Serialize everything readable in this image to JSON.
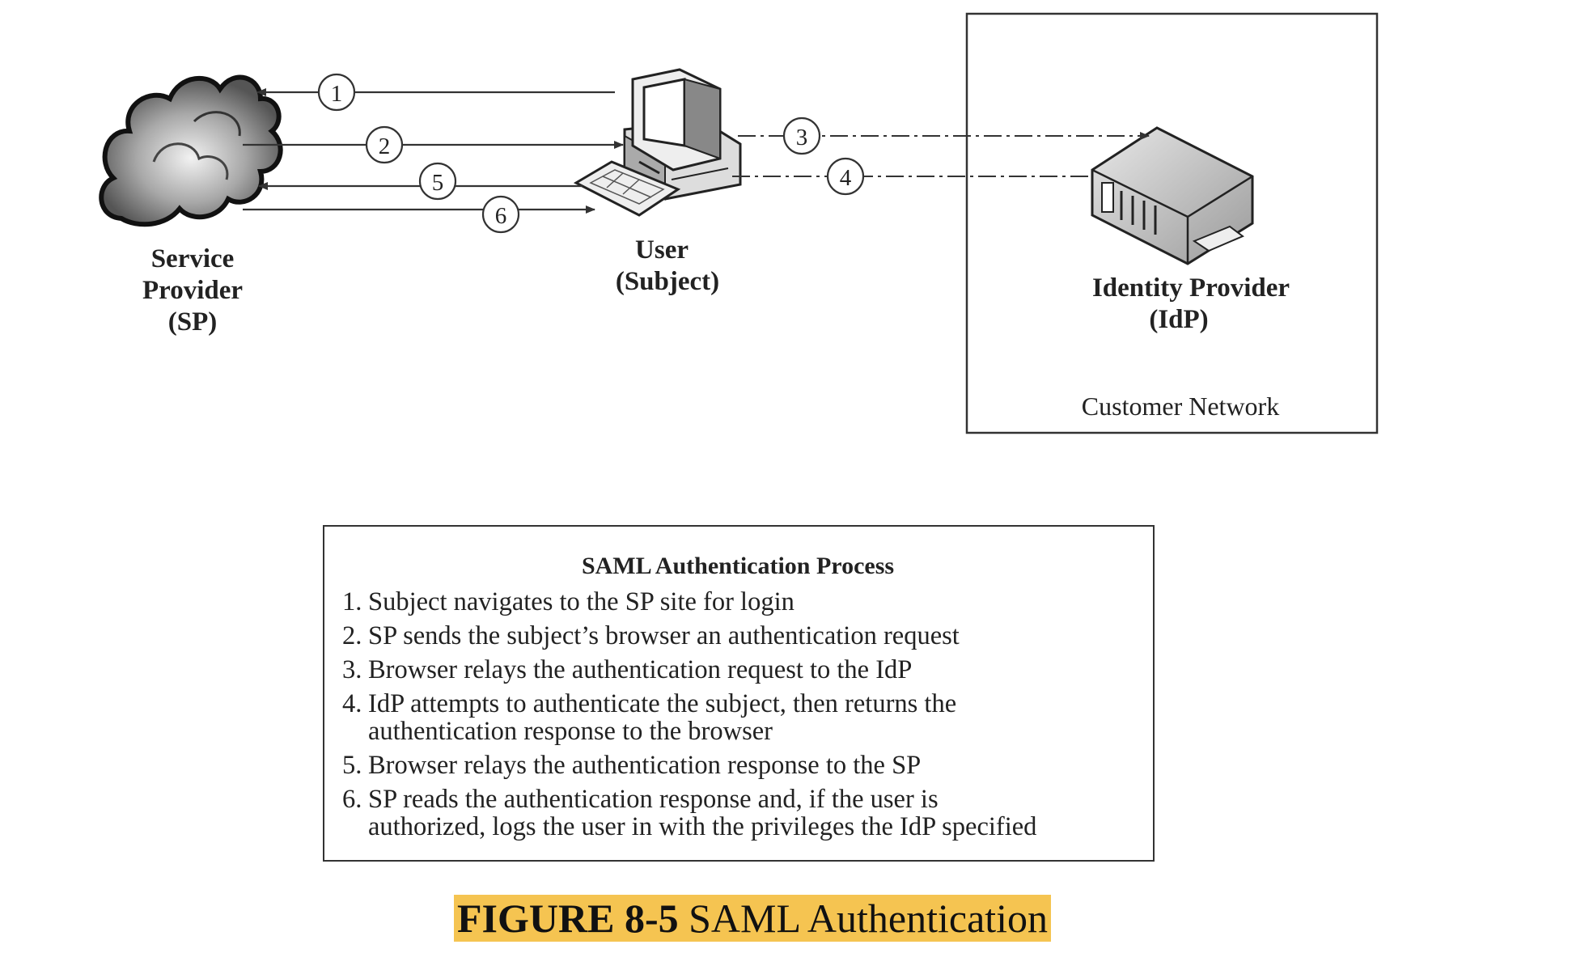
{
  "nodes": {
    "sp": {
      "line1": "Service",
      "line2": "Provider",
      "line3": "(SP)",
      "icon": "cloud-icon"
    },
    "user": {
      "line1": "User",
      "line2": "(Subject)",
      "icon": "computer-icon"
    },
    "idp": {
      "line1": "Identity Provider",
      "line2": "(IdP)",
      "icon": "server-icon"
    }
  },
  "network_label": "Customer Network",
  "arrows": [
    "1",
    "2",
    "3",
    "4",
    "5",
    "6"
  ],
  "steps": {
    "title": "SAML Authentication Process",
    "items": [
      {
        "num": "1.",
        "text": "Subject navigates to the SP site for login"
      },
      {
        "num": "2.",
        "text": "SP sends the subject’s browser an authentication request"
      },
      {
        "num": "3.",
        "text": "Browser relays the authentication request to the IdP"
      },
      {
        "num": "4.",
        "text": "IdP attempts to authenticate the subject, then returns the\nauthentication response to the browser"
      },
      {
        "num": "5.",
        "text": "Browser relays the authentication response to the SP"
      },
      {
        "num": "6.",
        "text": "SP reads the authentication response and, if the user is\nauthorized, logs the user in with the privileges the IdP specified"
      }
    ]
  },
  "caption": {
    "figure": "FIGURE 8-5",
    "title": "SAML Authentication"
  },
  "colors": {
    "highlight": "#f5c451",
    "line": "#333333"
  }
}
